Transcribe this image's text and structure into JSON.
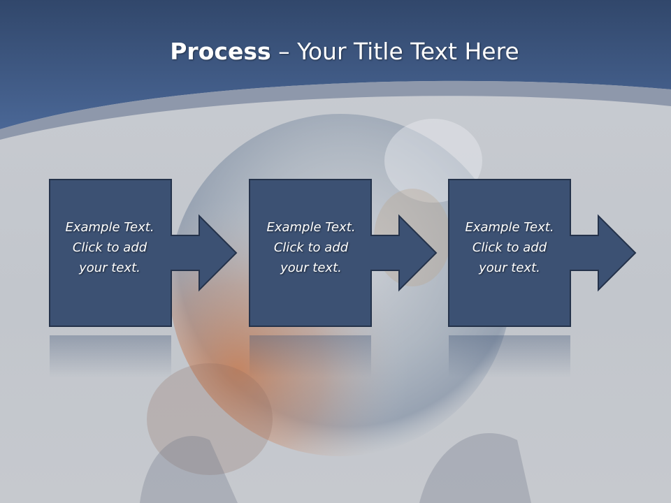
{
  "title": {
    "strong": "Process",
    "rest": " – Your Title Text Here"
  },
  "steps": [
    {
      "line1": "Example Text.",
      "line2": "Click  to add",
      "line3": "your text."
    },
    {
      "line1": "Example Text.",
      "line2": "Click  to add",
      "line3": "your text."
    },
    {
      "line1": "Example Text.",
      "line2": "Click  to add",
      "line3": "your text."
    }
  ],
  "colors": {
    "header": "#3d5a86",
    "box_fill": "#3c5173",
    "box_stroke": "#24324a",
    "slide_bg": "#c5c8ce"
  }
}
